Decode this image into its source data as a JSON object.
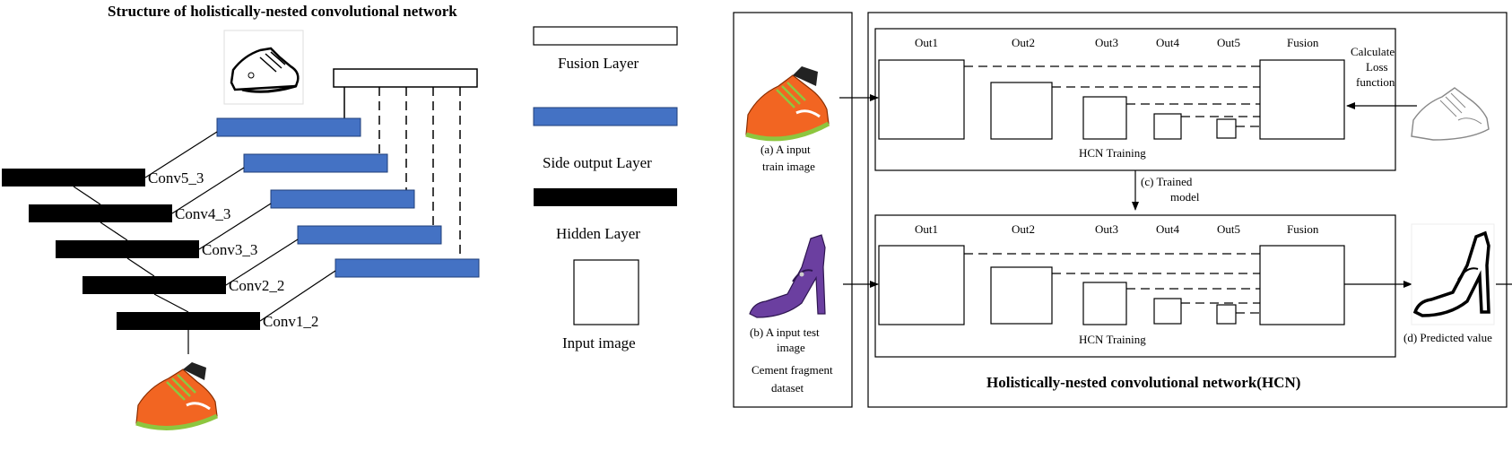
{
  "left": {
    "title": "Structure of holistically-nested convolutional network",
    "conv_labels": [
      "Conv5_3",
      "Conv4_3",
      "Conv3_3",
      "Conv2_2",
      "Conv1_2"
    ],
    "legend": {
      "fusion": "Fusion Layer",
      "side": "Side output Layer",
      "hidden": "Hidden Layer",
      "input": "Input image"
    }
  },
  "right": {
    "dataset_label": [
      "Cement fragment",
      "dataset"
    ],
    "train_image_label": [
      "(a) A input",
      "train image"
    ],
    "test_image_label": [
      "(b) A input test",
      "image"
    ],
    "outputs": [
      "Out1",
      "Out2",
      "Out3",
      "Out4",
      "Out5",
      "Fusion"
    ],
    "training_label": "HCN Training",
    "loss_label": [
      "Calculate",
      "Loss",
      "function"
    ],
    "trained_label": [
      "(c) Trained",
      "model"
    ],
    "predicted_label": "(d) Predicted value",
    "hcn_title": "Holistically-nested convolutional network(HCN)"
  },
  "colors": {
    "side_output": "#4472c4",
    "hidden": "#000000",
    "shoe_orange": "#f26522",
    "shoe_green": "#8dc63f",
    "shoe_purple": "#6b3fa0"
  }
}
